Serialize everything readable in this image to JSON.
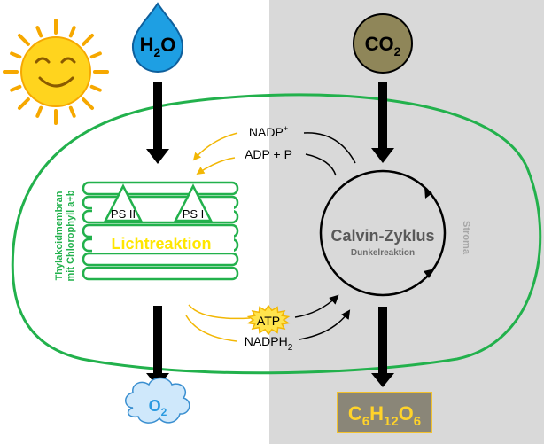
{
  "colors": {
    "left_background": "#ffffff",
    "right_background": "#d9d9d9",
    "chloroplast_outline": "#22b14c",
    "thylakoid": "#22b14c",
    "water_drop": "#1e9fe3",
    "co2_circle": "#8f8659",
    "sun": "#ffd41e",
    "sun_rays": "#f6a800",
    "light_reaction_text": "#ffe600",
    "yellow_arrows": "#f2b705",
    "oxygen_cloud": "#cfe8fb",
    "oxygen_text": "#2a9ae0",
    "glucose_box": "#8a8678",
    "glucose_text": "#ffd32a",
    "stroma_text": "#a6a6a6"
  },
  "icons": {
    "sun": "smiling-sun-icon",
    "water": "water-drop-icon",
    "oxygen": "cloud-icon",
    "atp": "starburst-icon"
  },
  "inputs": {
    "water": {
      "base": "H",
      "sub": "2",
      "tail": "O"
    },
    "co2": {
      "base": "CO",
      "sub": "2"
    }
  },
  "outputs": {
    "oxygen": {
      "base": "O",
      "sub": "2"
    },
    "glucose": {
      "parts": [
        {
          "t": "C",
          "s": false
        },
        {
          "t": "6",
          "s": true
        },
        {
          "t": "H",
          "s": false
        },
        {
          "t": "12",
          "s": true
        },
        {
          "t": "O",
          "s": false
        },
        {
          "t": "6",
          "s": true
        }
      ]
    }
  },
  "thylakoid": {
    "label_line1": "Thylakoidmembran",
    "label_line2": "mit Chlorophyll a+b",
    "ps2": "PS II",
    "ps1": "PS I",
    "light_reaction": "Lichtreaktion"
  },
  "calvin": {
    "title": "Calvin-Zyklus",
    "subtitle": "Dunkelreaktion"
  },
  "stroma_label": "Stroma",
  "carriers": {
    "nadp_plus": {
      "base": "NADP",
      "sup": "+"
    },
    "adp_p": "ADP + P",
    "atp": "ATP",
    "nadph2": {
      "base": "NADPH",
      "sub": "2"
    }
  }
}
